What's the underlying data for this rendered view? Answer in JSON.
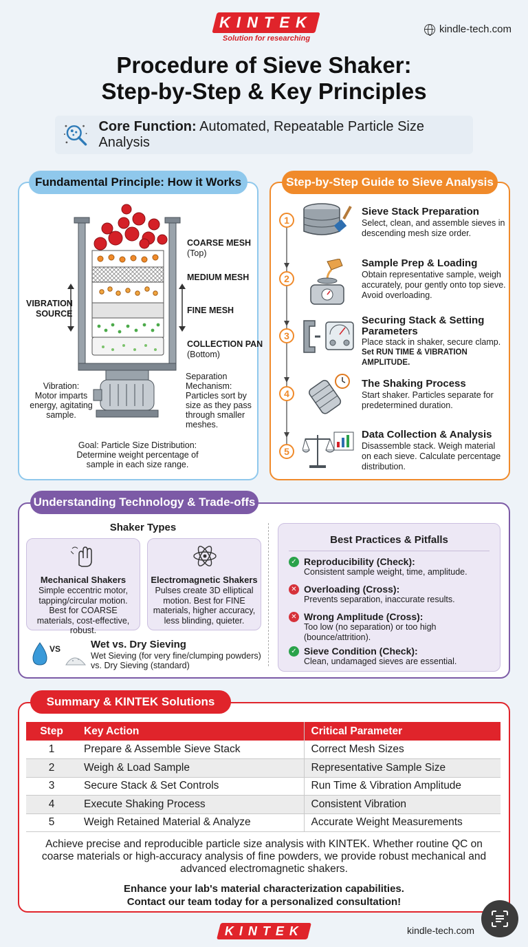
{
  "header": {
    "logo": "KINTEK",
    "tagline": "Solution for researching",
    "website": "kindle-tech.com",
    "title_line1": "Procedure of Sieve Shaker:",
    "title_line2": "Step-by-Step & Key Principles",
    "core_label": "Core Function:",
    "core_text": "Automated, Repeatable Particle Size Analysis"
  },
  "principle": {
    "heading": "Fundamental Principle: How it Works",
    "coarse_mesh": "COARSE MESH",
    "coarse_sub": "(Top)",
    "medium_mesh": "MEDIUM MESH",
    "fine_mesh": "FINE MESH",
    "collection_pan": "COLLECTION PAN",
    "collection_sub": "(Bottom)",
    "vibration_source_1": "VIBRATION",
    "vibration_source_2": "SOURCE",
    "vibration_title": "Vibration:",
    "vibration_desc_1": "Motor imparts",
    "vibration_desc_2": "energy, agitating",
    "vibration_desc_3": "sample.",
    "separation_title_1": "Separation",
    "separation_title_2": "Mechanism:",
    "separation_desc_1": "Particles sort by",
    "separation_desc_2": "size as they pass",
    "separation_desc_3": "through smaller",
    "separation_desc_4": "meshes.",
    "goal_title": "Goal: Particle Size Distribution:",
    "goal_desc_1": "Determine weight percentage of",
    "goal_desc_2": "sample in each size range."
  },
  "steps": {
    "heading": "Step-by-Step Guide to Sieve Analysis",
    "items": [
      {
        "num": "1",
        "title": "Sieve Stack Preparation",
        "desc": "Select, clean, and assemble sieves in descending mesh size order."
      },
      {
        "num": "2",
        "title": "Sample Prep & Loading",
        "desc": "Obtain representative sample, weigh accurately, pour gently onto top sieve. Avoid overloading."
      },
      {
        "num": "3",
        "title": "Securing Stack & Setting Parameters",
        "desc": "Place stack in shaker, secure clamp.",
        "desc_bold": "Set RUN TIME & VIBRATION AMPLITUDE."
      },
      {
        "num": "4",
        "title": "The Shaking Process",
        "desc": "Start shaker. Particles separate for predetermined duration."
      },
      {
        "num": "5",
        "title": "Data Collection & Analysis",
        "desc": "Disassemble stack. Weigh material on each sieve. Calculate percentage distribution."
      }
    ]
  },
  "tech": {
    "heading": "Understanding Technology & Trade-offs",
    "shaker_types": "Shaker Types",
    "mechanical_title": "Mechanical Shakers",
    "mechanical_desc": "Simple eccentric motor, tapping/circular motion. Best for COARSE materials, cost-effective, robust.",
    "electro_title": "Electromagnetic Shakers",
    "electro_desc": "Pulses create 3D elliptical motion. Best for FINE materials, higher accuracy, less blinding, quieter.",
    "vs": "VS",
    "wet_dry_title": "Wet vs. Dry Sieving",
    "wet_dry_desc_1": "Wet Sieving (for very fine/clumping powders)",
    "wet_dry_desc_2": "vs. Dry Sieving (standard)",
    "bp_heading": "Best Practices & Pitfalls",
    "bp_items": [
      {
        "type": "check",
        "title": "Reproducibility (Check):",
        "desc": "Consistent sample weight, time, amplitude."
      },
      {
        "type": "cross",
        "title": "Overloading (Cross):",
        "desc": "Prevents separation, inaccurate results."
      },
      {
        "type": "cross",
        "title": "Wrong Amplitude (Cross):",
        "desc": "Too low (no separation) or too high (bounce/attrition)."
      },
      {
        "type": "check",
        "title": "Sieve Condition (Check):",
        "desc": "Clean, undamaged sieves are essential."
      }
    ]
  },
  "summary": {
    "heading": "Summary & KINTEK Solutions",
    "columns": [
      "Step",
      "Key Action",
      "Critical Parameter"
    ],
    "rows": [
      [
        "1",
        "Prepare & Assemble Sieve Stack",
        "Correct Mesh Sizes"
      ],
      [
        "2",
        "Weigh & Load Sample",
        "Representative Sample Size"
      ],
      [
        "3",
        "Secure Stack & Set Controls",
        "Run Time & Vibration Amplitude"
      ],
      [
        "4",
        "Execute Shaking Process",
        "Consistent Vibration"
      ],
      [
        "5",
        "Weigh Retained Material & Analyze",
        "Accurate Weight Measurements"
      ]
    ],
    "paragraph": "Achieve precise and reproducible particle size analysis with KINTEK. Whether routine QC on coarse materials or high-accuracy analysis of fine powders, we provide robust mechanical and advanced electromagnetic shakers.",
    "cta_1": "Enhance your lab's material characterization capabilities.",
    "cta_2": "Contact our team today for a personalized consultation!"
  },
  "footer": {
    "logo": "KINTEK",
    "website": "kindle-tech.com"
  },
  "colors": {
    "brand_red": "#e0242b",
    "orange": "#f08a2a",
    "blue": "#8fc8ec",
    "purple": "#7c5aa6",
    "check_green": "#2aa24a"
  }
}
